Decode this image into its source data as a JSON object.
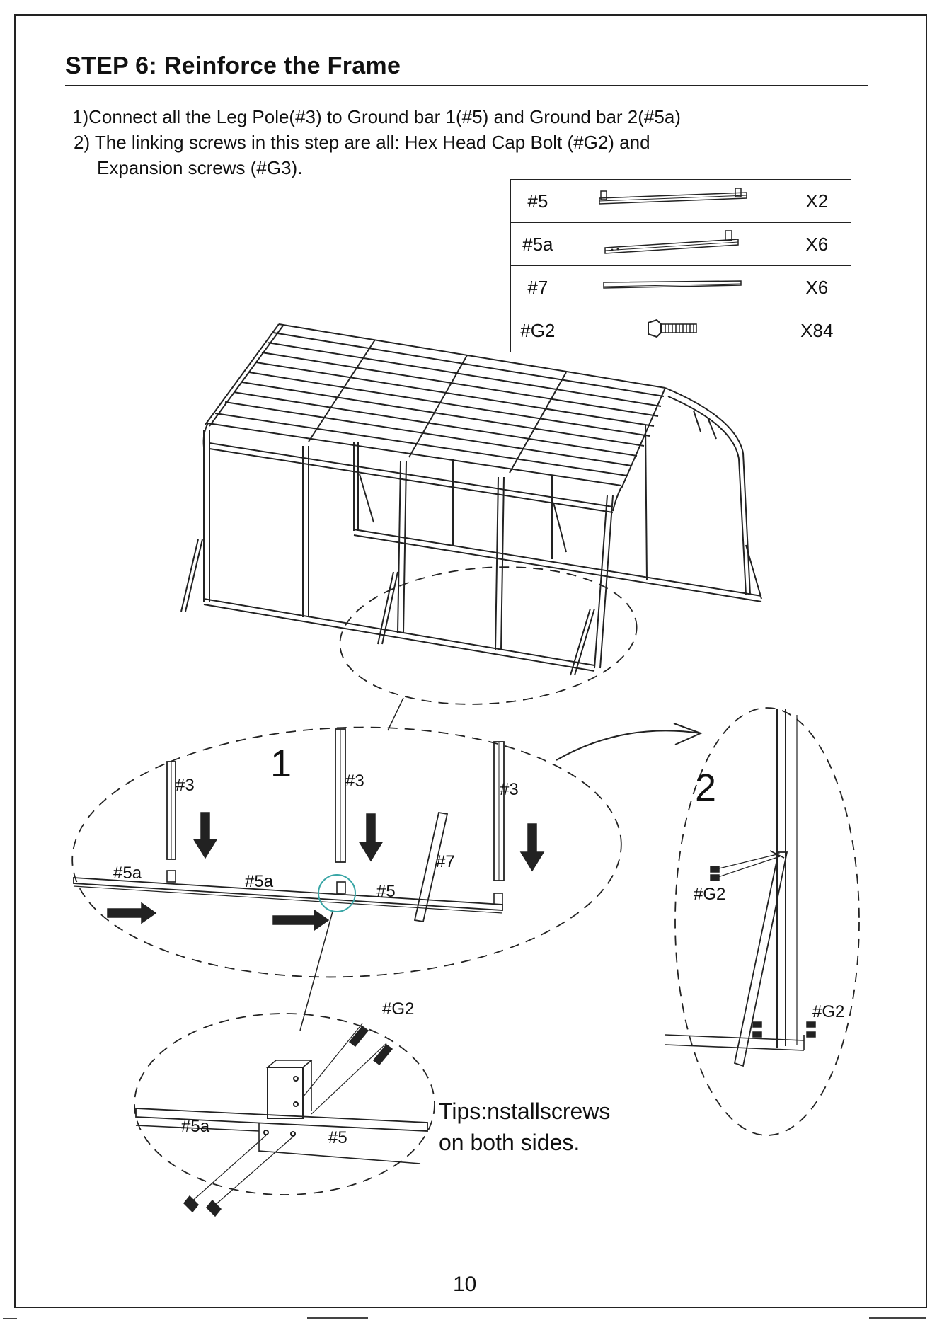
{
  "step": {
    "title": "STEP 6:  Reinforce the Frame"
  },
  "instructions": {
    "line1": "1)Connect all the  Leg Pole(#3) to Ground bar 1(#5)   and Ground bar 2(#5a)",
    "line2": "2) The linking screws in this step are all: Hex Head Cap Bolt (#G2) and",
    "line3": "Expansion screws (#G3)."
  },
  "parts_table": [
    {
      "id": "#5",
      "qty": "X2",
      "icon": "ground-bar-1-icon"
    },
    {
      "id": "#5a",
      "qty": "X6",
      "icon": "ground-bar-2-icon"
    },
    {
      "id": "#7",
      "qty": "X6",
      "icon": "brace-bar-icon"
    },
    {
      "id": "#G2",
      "qty": "X84",
      "icon": "hex-bolt-icon"
    }
  ],
  "detail1": {
    "number": "1",
    "labels": [
      "#3",
      "#3",
      "#3",
      "#5a",
      "#5a",
      "#5",
      "#7"
    ]
  },
  "detail2": {
    "number": "2",
    "labels": [
      "#G2",
      "#G2"
    ]
  },
  "detail3": {
    "labels": [
      "#G2",
      "#5a",
      "#5"
    ]
  },
  "tips": {
    "line1": "Tips:nstallscrews",
    "line2": "on both sides."
  },
  "page": {
    "number": "10"
  }
}
